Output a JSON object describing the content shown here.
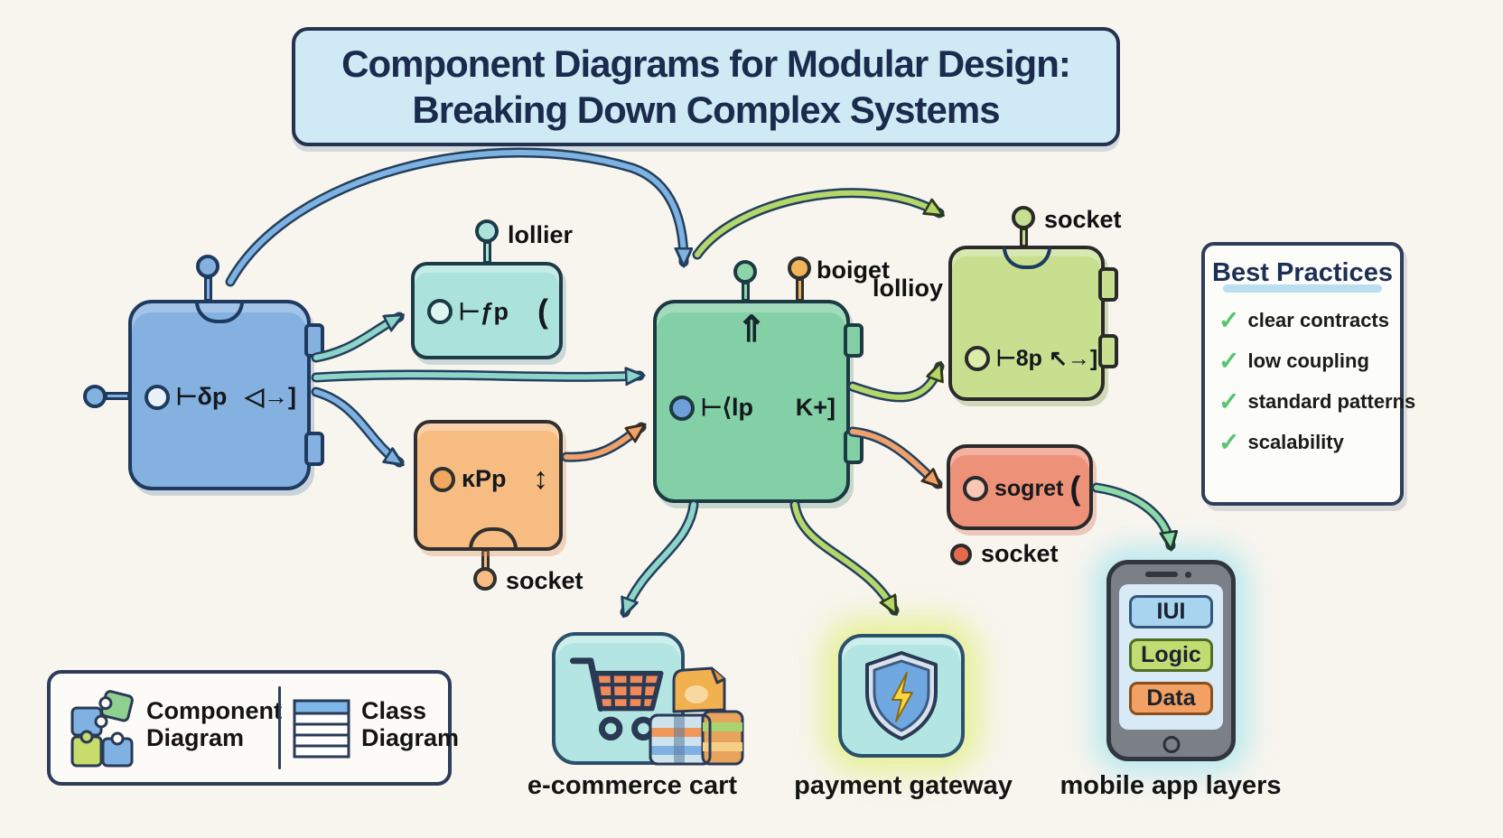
{
  "title": {
    "line1": "Component Diagrams for Modular Design:",
    "line2": "Breaking Down Complex Systems"
  },
  "components": {
    "blue": {
      "label": "⊢δp",
      "port_glyph": "◁→]"
    },
    "teal": {
      "label": "⊢ƒp",
      "port_glyph": "(",
      "lollipop_label": "lollier"
    },
    "orange": {
      "label": "ĸPp",
      "port_glyph": "↕",
      "socket_label": "socket"
    },
    "green": {
      "label": "⊢⟨lp",
      "port_glyph": "K+]",
      "top_glyph": "⇑",
      "lollipop_label_orange": "boiget",
      "lollipop_label_side": "lollioy"
    },
    "lime": {
      "label": "⊢8p",
      "port_glyph": "↖→]",
      "lollipop_label": "socket"
    },
    "coral": {
      "label": "sogret",
      "port_glyph": "(",
      "socket_label": "socket"
    }
  },
  "best_practices": {
    "title": "Best Practices",
    "check_glyph": "✓",
    "items": [
      "clear contracts",
      "low coupling",
      "standard patterns",
      "scalability"
    ]
  },
  "legend": {
    "component_diagram": {
      "line1": "Component",
      "line2": "Diagram"
    },
    "class_diagram": {
      "line1": "Class",
      "line2": "Diagram"
    }
  },
  "examples": {
    "cart_label": "e-commerce cart",
    "payment_label": "payment gateway",
    "mobile_label": "mobile app layers"
  },
  "phone_layers": [
    {
      "label": "IUI"
    },
    {
      "label": "Logic"
    },
    {
      "label": "Data"
    }
  ],
  "colors": {
    "banner_bg": "#cfeaf4",
    "navy": "#1d2f55",
    "blue_component": "#84b1e0",
    "teal_component": "#abe3dc",
    "orange_component": "#f6bc82",
    "green_component": "#83cfa6",
    "lime_component": "#c8df90",
    "coral_component": "#ee9179",
    "check_green": "#57c46e",
    "layer_iui": "#a9d4f0",
    "layer_logic": "#c0dc72",
    "layer_data": "#f2a063"
  }
}
